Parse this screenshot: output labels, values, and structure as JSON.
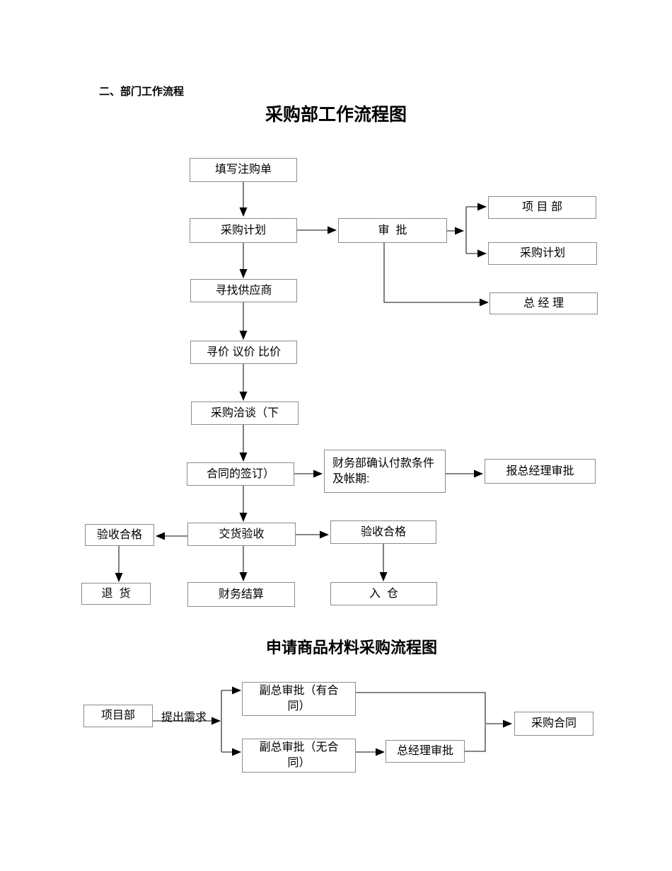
{
  "document": {
    "section_heading": "二、部门工作流程",
    "flowchart1": {
      "title": "采购部工作流程图",
      "nodes": {
        "fill_order": "填写注购单",
        "purchase_plan": "采购计划",
        "approval": "审  批",
        "project_dept": "项 目 部",
        "approved_plan": "采购计划",
        "general_manager": "总 经 理",
        "find_supplier": "寻找供应商",
        "price_inquiry": "寻价 议价 比价",
        "negotiation": "采购洽谈（下",
        "contract_sign": "合同的签订）",
        "finance_confirm": "财务部确认付款条件及帐期:",
        "report_gm_approval": "报总经理审批",
        "inspect_pass_left": "验收合格",
        "delivery_inspect": "交货验收",
        "inspect_pass_right": "验收合格",
        "return_goods": "退  货",
        "finance_settle": "财务结算",
        "warehouse_in": "入  仓"
      }
    },
    "flowchart2": {
      "title": "申请商品材料采购流程图",
      "edge_label": "提出需求",
      "nodes": {
        "project_dept": "项目部",
        "vp_with_contract": "副总审批（有合同）",
        "vp_without_contract": "副总审批（无合同）",
        "gm_approval": "总经理审批",
        "purchase_contract": "采购合同"
      }
    }
  },
  "colors": {
    "background": "#ffffff",
    "box_border": "#8c8c8c",
    "connector_line": "#3c3c3c",
    "arrowhead": "#000000",
    "text": "#000000"
  }
}
